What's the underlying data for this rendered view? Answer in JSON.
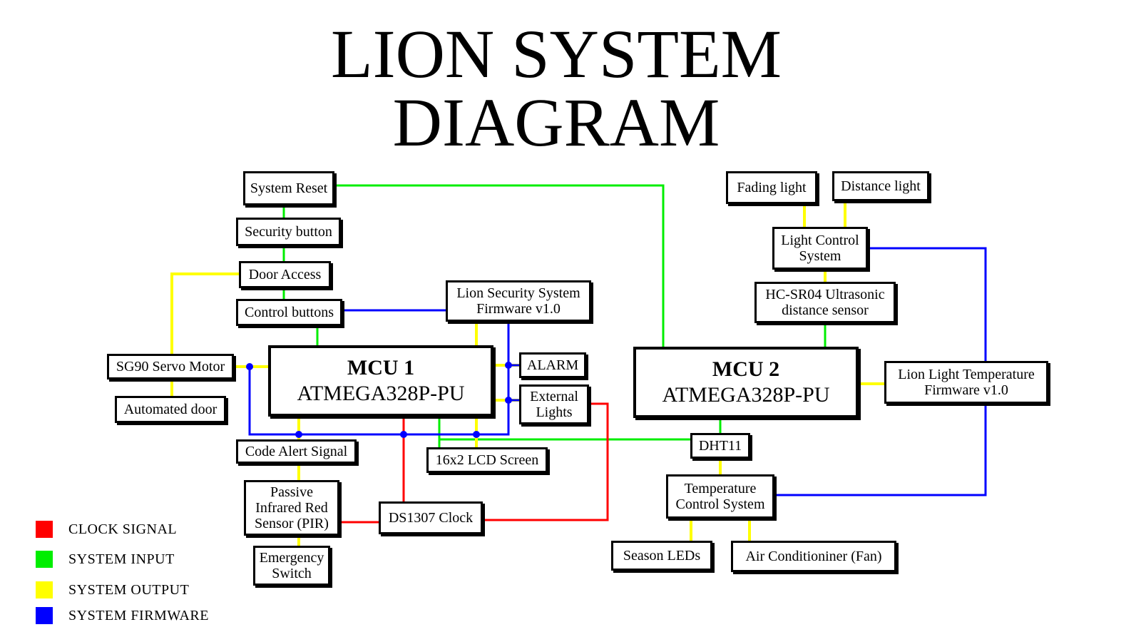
{
  "title": {
    "line1": "LION SYSTEM",
    "line2": "DIAGRAM"
  },
  "colors": {
    "clock": "#ff0000",
    "input": "#00ee00",
    "output": "#ffff00",
    "firmware": "#0000ff"
  },
  "nodes": {
    "system_reset": "System Reset",
    "security_button": "Security button",
    "door_access": "Door Access",
    "control_buttons": "Control buttons",
    "servo": "SG90 Servo Motor",
    "automated_door": "Automated door",
    "mcu1_name": "MCU 1",
    "mcu1_chip": "ATMEGA328P-PU",
    "security_firmware": "Lion Security System\nFirmware v1.0",
    "alarm": "ALARM",
    "external_lights": "External\nLights",
    "code_alert": "Code Alert Signal",
    "lcd": "16x2 LCD Screen",
    "pir": "Passive\nInfrared Red\nSensor (PIR)",
    "ds1307": "DS1307 Clock",
    "emergency": "Emergency\nSwitch",
    "fading_light": "Fading light",
    "distance_light": "Distance light",
    "light_control": "Light Control\nSystem",
    "ultrasonic": "HC-SR04 Ultrasonic\ndistance sensor",
    "mcu2_name": "MCU 2",
    "mcu2_chip": "ATMEGA328P-PU",
    "light_temp_firmware": "Lion Light Temperature\nFirmware v1.0",
    "dht11": "DHT11",
    "temp_control": "Temperature\nControl System",
    "season_leds": "Season LEDs",
    "air_conditioner": "Air Conditioniner (Fan)"
  },
  "legend": [
    {
      "label": "CLOCK SIGNAL",
      "color": "#ff0000"
    },
    {
      "label": "SYSTEM INPUT",
      "color": "#00ee00"
    },
    {
      "label": "SYSTEM OUTPUT",
      "color": "#ffff00"
    },
    {
      "label": "SYSTEM FIRMWARE",
      "color": "#0000ff"
    }
  ]
}
